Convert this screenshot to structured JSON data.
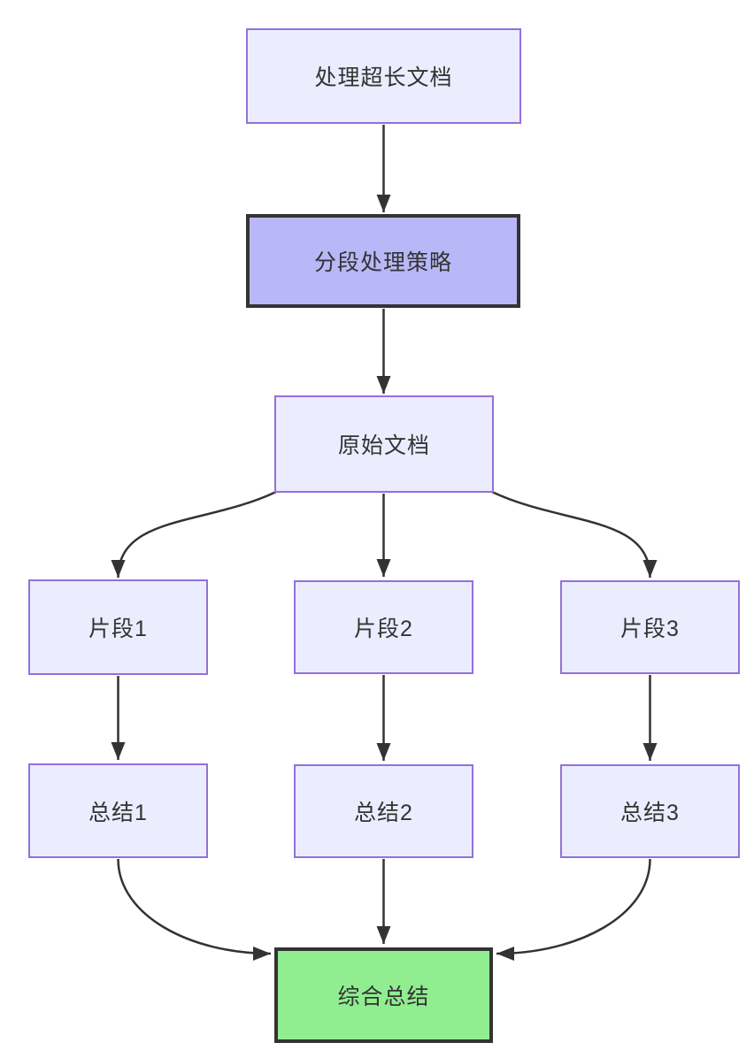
{
  "diagram": {
    "type": "flowchart",
    "direction": "top-down",
    "nodes": [
      {
        "label": "处理超长文档",
        "style": "default"
      },
      {
        "label": "分段处理策略",
        "style": "highlight-purple"
      },
      {
        "label": "原始文档",
        "style": "default"
      },
      {
        "label": "片段1",
        "style": "default"
      },
      {
        "label": "片段2",
        "style": "default"
      },
      {
        "label": "片段3",
        "style": "default"
      },
      {
        "label": "总结1",
        "style": "default"
      },
      {
        "label": "总结2",
        "style": "default"
      },
      {
        "label": "总结3",
        "style": "default"
      },
      {
        "label": "综合总结",
        "style": "highlight-green"
      }
    ],
    "edges": [
      {
        "from": "处理超长文档",
        "to": "分段处理策略"
      },
      {
        "from": "分段处理策略",
        "to": "原始文档"
      },
      {
        "from": "原始文档",
        "to": "片段1"
      },
      {
        "from": "原始文档",
        "to": "片段2"
      },
      {
        "from": "原始文档",
        "to": "片段3"
      },
      {
        "from": "片段1",
        "to": "总结1"
      },
      {
        "from": "片段2",
        "to": "总结2"
      },
      {
        "from": "片段3",
        "to": "总结3"
      },
      {
        "from": "总结1",
        "to": "综合总结"
      },
      {
        "from": "总结2",
        "to": "综合总结"
      },
      {
        "from": "总结3",
        "to": "综合总结"
      }
    ],
    "colors": {
      "node_fill": "#ECECFF",
      "node_border": "#9370DB",
      "highlight_fill": "#b8b8f8",
      "highlight_border": "#333333",
      "final_fill": "#90EE90",
      "edge": "#333333",
      "text": "#333333",
      "background": "#ffffff"
    }
  }
}
